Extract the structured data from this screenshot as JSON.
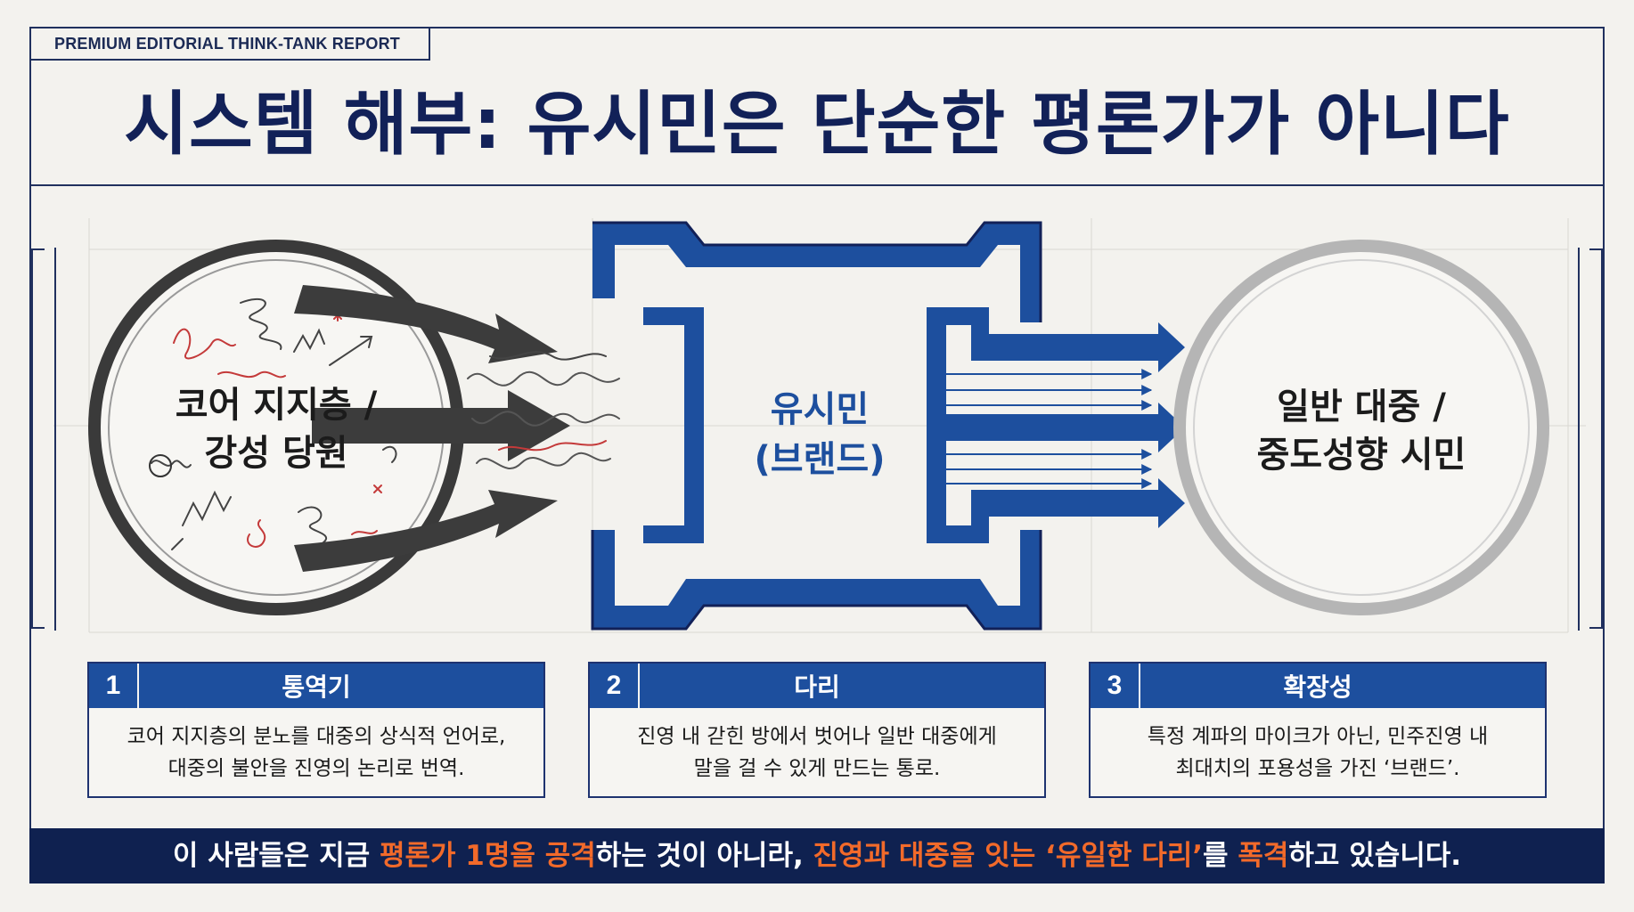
{
  "header": {
    "tag": "PREMIUM EDITORIAL THINK-TANK REPORT",
    "title": "시스템 해부: 유시민은 단순한 평론가가 아니다"
  },
  "diagram": {
    "left_node": {
      "line1": "코어 지지층 /",
      "line2": "강성 당원"
    },
    "center_node": {
      "line1": "유시민",
      "line2": "(브랜드)"
    },
    "right_node": {
      "line1": "일반 대중 /",
      "line2": "중도성향 시민"
    },
    "colors": {
      "navy": "#122158",
      "blue": "#1d4f9e",
      "accent": "#f26a2a",
      "dark": "#3a3a3a",
      "gray": "#b5b5b5"
    }
  },
  "cards": [
    {
      "num": "1",
      "title": "통역기",
      "line1": "코어 지지층의 분노를 대중의 상식적 언어로,",
      "line2": "대중의 불안을 진영의 논리로 번역."
    },
    {
      "num": "2",
      "title": "다리",
      "line1": "진영 내 갇힌 방에서 벗어나 일반 대중에게",
      "line2": "말을 걸 수 있게 만드는 통로."
    },
    {
      "num": "3",
      "title": "확장성",
      "line1": "특정 계파의 마이크가 아닌, 민주진영 내",
      "line2": "최대치의 포용성을 가진 ‘브랜드’."
    }
  ],
  "footer": {
    "p1": "이 사람들은 지금 ",
    "h1": "평론가 1명을 공격",
    "p2": "하는 것이 아니라, ",
    "h2": "진영과 대중을 잇는 ‘유일한 다리’",
    "p3": "를 ",
    "h3": "폭격",
    "p4": "하고 있습니다."
  }
}
